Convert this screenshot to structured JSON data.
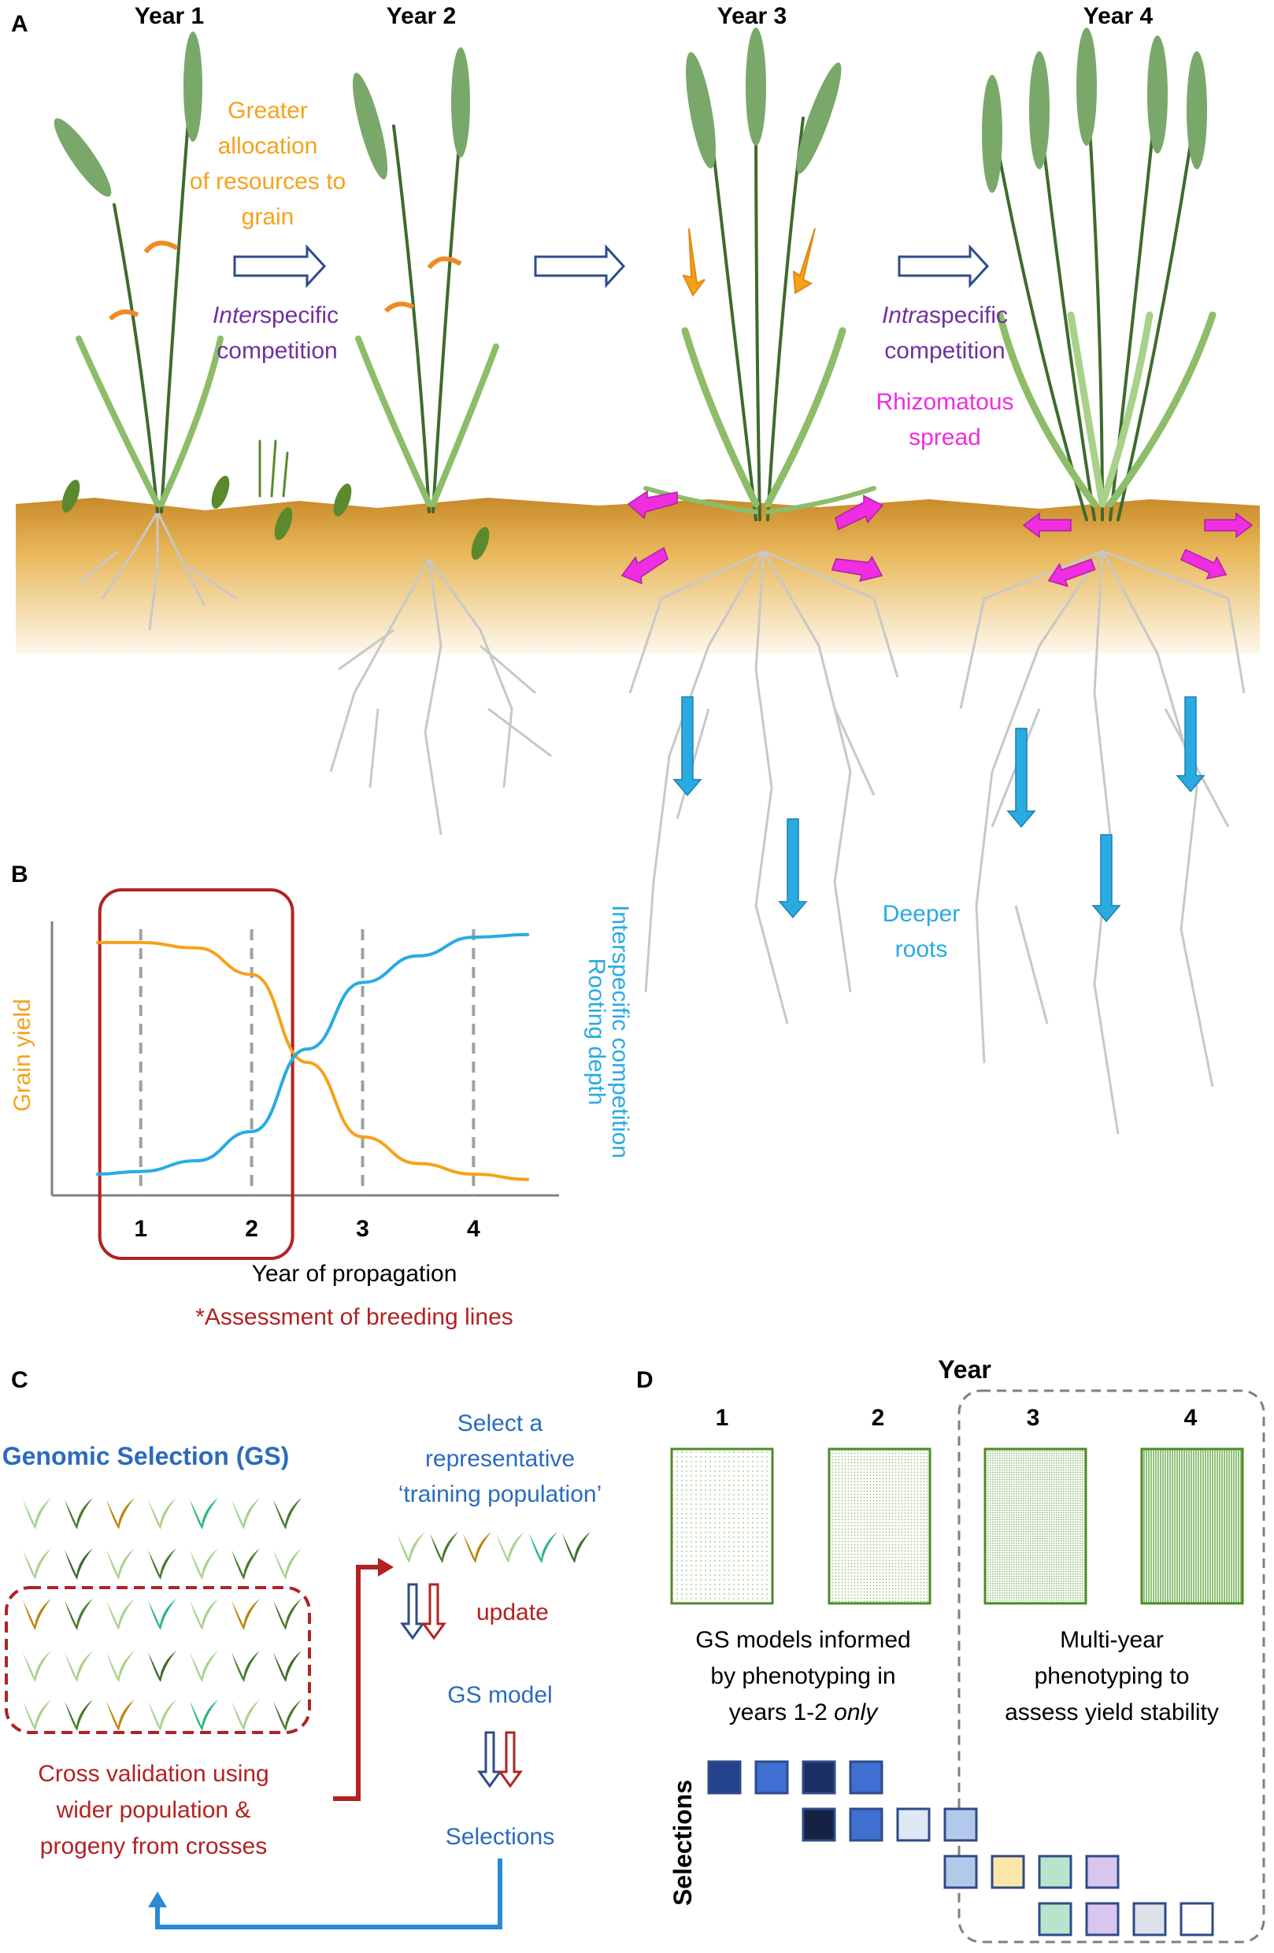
{
  "panelA": {
    "label": "A",
    "years": [
      "Year 1",
      "Year 2",
      "Year 3",
      "Year 4"
    ],
    "alloc_lines": [
      "Greater",
      "allocation",
      "of",
      "resources to",
      "grain"
    ],
    "inter_prefix": "Inter",
    "inter_suffix": "specific",
    "inter_line2": "competition",
    "intra_prefix": "Intra",
    "intra_suffix": "specific",
    "intra_line2": "competition",
    "rhizo_line1": "Rhizomatous",
    "rhizo_line2": "spread",
    "deeper_line1": "Deeper",
    "deeper_line2": "roots"
  },
  "panelB": {
    "label": "B",
    "ylabel_left": "Grain yield",
    "ylabel_right1": "Rooting depth",
    "ylabel_right2": "Interspecific competition",
    "xlabel": "Year of propagation",
    "note": "*Assessment of breeding lines",
    "colors": {
      "grain": "#f5a21b",
      "root": "#29abe2",
      "box": "#b22222",
      "dashed": "#a0a0a0"
    }
  },
  "chart_data": {
    "type": "line",
    "x_ticks": [
      "1",
      "2",
      "3",
      "4"
    ],
    "xlabel": "Year of propagation",
    "ylabel": "Grain yield",
    "series": [
      {
        "name": "Grain yield",
        "x": [
          0.6,
          1,
          1.5,
          2,
          2.5,
          3,
          3.5,
          4,
          4.5
        ],
        "y": [
          0.95,
          0.95,
          0.93,
          0.83,
          0.5,
          0.22,
          0.12,
          0.08,
          0.06
        ]
      },
      {
        "name": "Rooting depth / Interspecific competition",
        "x": [
          0.6,
          1,
          1.5,
          2,
          2.5,
          3,
          3.5,
          4,
          4.5
        ],
        "y": [
          0.08,
          0.09,
          0.13,
          0.24,
          0.55,
          0.8,
          0.9,
          0.97,
          0.98
        ]
      }
    ],
    "grid": false,
    "highlight_years": [
      "1",
      "2"
    ]
  },
  "panelC": {
    "label": "C",
    "title": "Genomic Selection (GS)",
    "select_lines": [
      "Select a",
      "representative",
      "‘training population’"
    ],
    "update": "update",
    "gs_model": "GS model",
    "selections": "Selections",
    "cross_lines": [
      "Cross validation using",
      "wider population &",
      "progeny from crosses"
    ]
  },
  "panelD": {
    "label": "D",
    "year_title": "Year",
    "year_nums": [
      "1",
      "2",
      "3",
      "4"
    ],
    "left_lines": [
      "GS models informed",
      "by phenotyping in",
      "years 1-2 "
    ],
    "left_italic": "only",
    "right_lines": [
      "Multi-year",
      "phenotyping to",
      "assess yield stability"
    ],
    "selections_label": "Selections"
  }
}
